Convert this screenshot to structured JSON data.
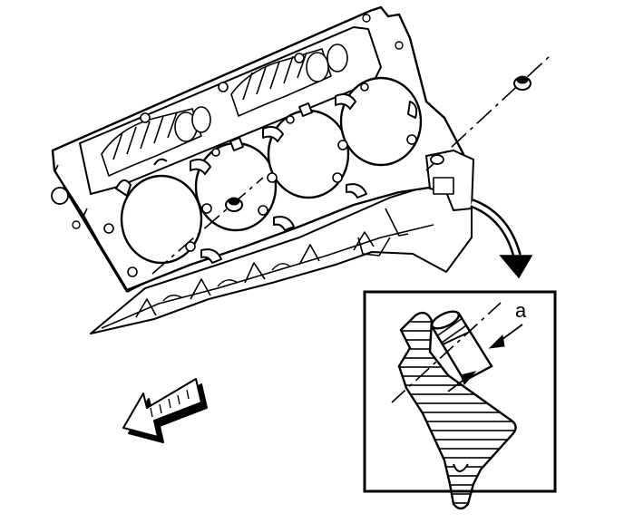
{
  "figure": {
    "detail_callout_label": "a",
    "colors": {
      "line": "#000000",
      "background": "#ffffff"
    },
    "components": {
      "cylinder_bores": 4,
      "dowel_pins": 2
    }
  }
}
